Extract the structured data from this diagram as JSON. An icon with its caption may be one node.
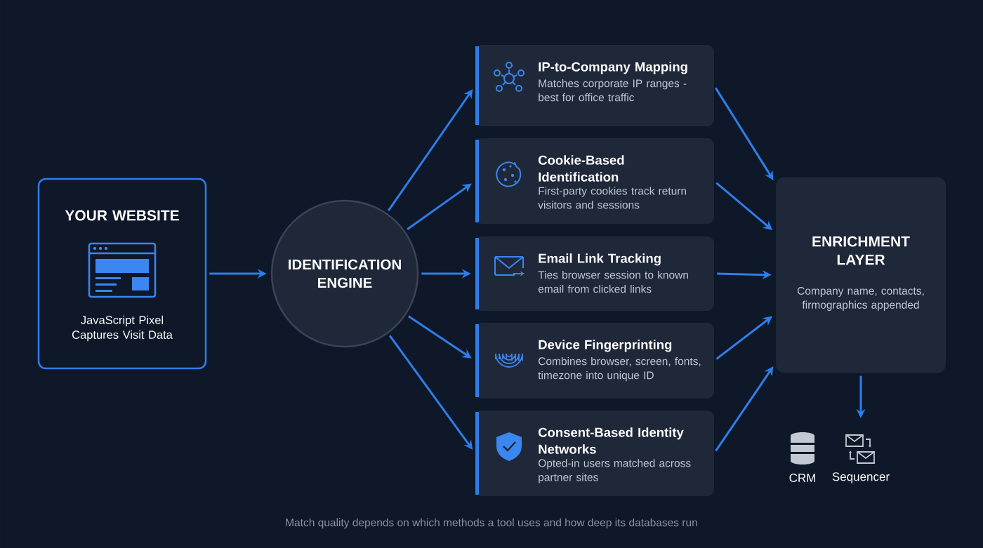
{
  "diagram": {
    "caption": "Match quality depends on which methods a tool uses and how deep its databases run",
    "nodes": [
      {
        "text": [
          "YOUR WEBSITE",
          "JavaScript Pixel Captures Visit Data"
        ]
      },
      {
        "text": [
          "IDENTIFICATION ENGINE"
        ]
      },
      {
        "text": [
          "IP-to-Company Mapping",
          "Matches corporate IP ranges - best for office traffic"
        ]
      },
      {
        "text": [
          "Cookie-Based Identification",
          "First-party cookies track return visitors and sessions"
        ]
      },
      {
        "text": [
          "Email Link Tracking",
          "Ties browser session to known email from clicked links"
        ]
      },
      {
        "text": [
          "Device Fingerprinting",
          "Combines browser, screen, fonts, timezone into unique ID"
        ]
      },
      {
        "text": [
          "Consent-Based Identity Networks",
          "Opted-in users matched across partner sites"
        ]
      },
      {
        "text": [
          "ENRICHMENT LAYER",
          "Company name, contacts, firmographics appended"
        ]
      }
    ],
    "edges": [
      {
        "from": 0,
        "to": 1,
        "arrow": "to"
      },
      {
        "from": 1,
        "to": 2,
        "arrow": "to"
      },
      {
        "from": 1,
        "to": 3,
        "arrow": "to"
      },
      {
        "from": 1,
        "to": 4,
        "arrow": "to"
      },
      {
        "from": 1,
        "to": 5,
        "arrow": "to"
      },
      {
        "from": 1,
        "to": 6,
        "arrow": "to"
      },
      {
        "from": 2,
        "to": 7,
        "arrow": "to"
      },
      {
        "from": 3,
        "to": 7,
        "arrow": "to"
      },
      {
        "from": 4,
        "to": 7,
        "arrow": "to"
      },
      {
        "from": 5,
        "to": 7,
        "arrow": "to"
      },
      {
        "from": 6,
        "to": 7,
        "arrow": "to"
      },
      {
        "from": 7,
        "to": null,
        "arrow": "to"
      }
    ],
    "labels": [
      "CRM",
      "Sequencer"
    ]
  }
}
